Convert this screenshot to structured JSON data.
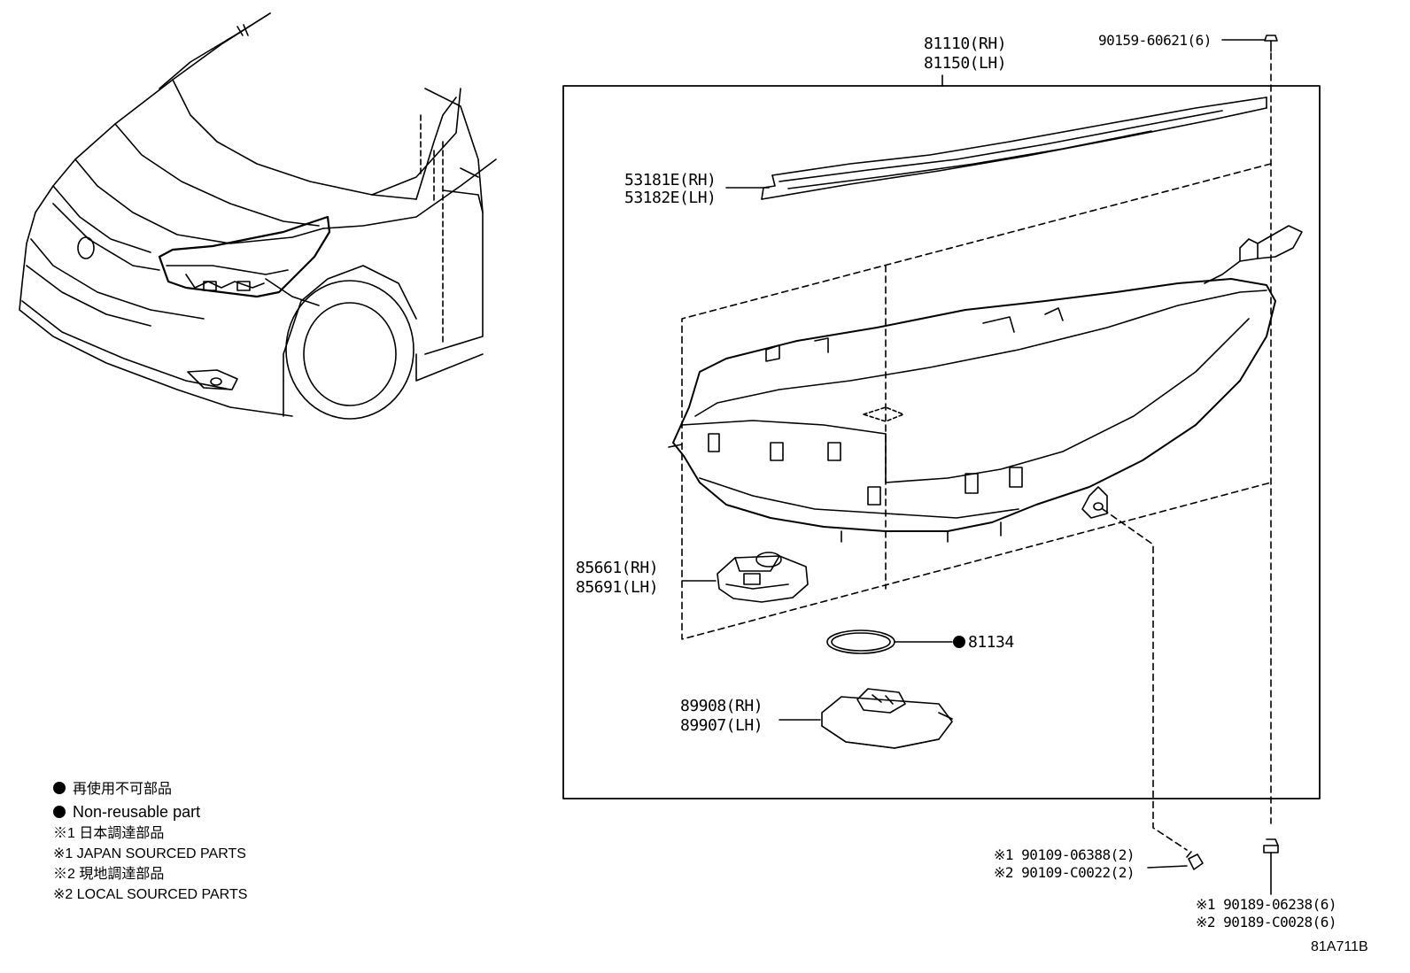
{
  "labels": {
    "housing": [
      "81110(RH)",
      "81150(LH)"
    ],
    "top_screw": "90159-60621(6)",
    "moulding": [
      "53181E(RH)",
      "53182E(LH)"
    ],
    "bracket": [
      "85661(RH)",
      "85691(LH)"
    ],
    "gasket": "81134",
    "computer": [
      "89908(RH)",
      "89907(LH)"
    ],
    "bolt_a": [
      "※1 90109-06388(2)",
      "※2 90109-C0022(2)"
    ],
    "bolt_b": [
      "※1 90189-06238(6)",
      "※2 90189-C0028(6)"
    ]
  },
  "legend": {
    "jp_nonreusable": "再使用不可部品",
    "en_nonreusable": "Non-reusable part",
    "jp_japan": "※1 日本調達部品",
    "en_japan": "※1 JAPAN SOURCED PARTS",
    "jp_local": "※2 現地調達部品",
    "en_local": "※2 LOCAL SOURCED PARTS"
  },
  "code": "81A711B"
}
